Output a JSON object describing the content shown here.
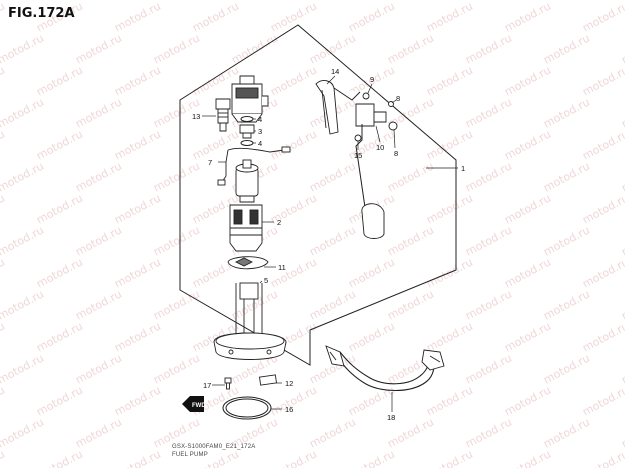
{
  "figure_title": "FIG.172A",
  "drawing_code": "GSX-S1000FAM0_E21_172A",
  "assembly_name": "FUEL PUMP",
  "watermark_text": "motod.ru",
  "front_marker_label": "FWD",
  "callouts": [
    "1",
    "2",
    "3",
    "4",
    "4",
    "5",
    "7",
    "8",
    "8",
    "9",
    "10",
    "11",
    "12",
    "13",
    "14",
    "15",
    "16",
    "17",
    "18"
  ],
  "colors": {
    "line": "#222222",
    "watermark": "#f0d7d7",
    "background": "#ffffff"
  }
}
